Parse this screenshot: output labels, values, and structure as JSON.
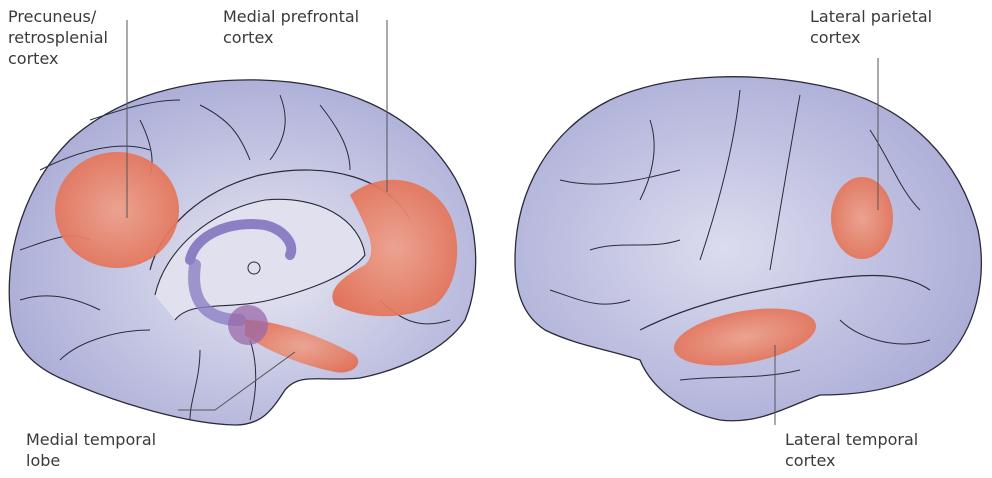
{
  "labels": {
    "precuneus": [
      "Precuneus/",
      "retrosplenial",
      "cortex"
    ],
    "mpfc": [
      "Medial prefrontal",
      "cortex"
    ],
    "mtl": [
      "Medial temporal",
      "lobe"
    ],
    "lateral_parietal": [
      "Lateral parietal",
      "cortex"
    ],
    "lateral_temporal": [
      "Lateral temporal",
      "cortex"
    ]
  },
  "colors": {
    "brain": "#a9abd6",
    "brain_light": "#d9d9ec",
    "activation": "#e8795c",
    "sulci": "#2a2a3a",
    "hippocampus": "#8c7fc4"
  }
}
